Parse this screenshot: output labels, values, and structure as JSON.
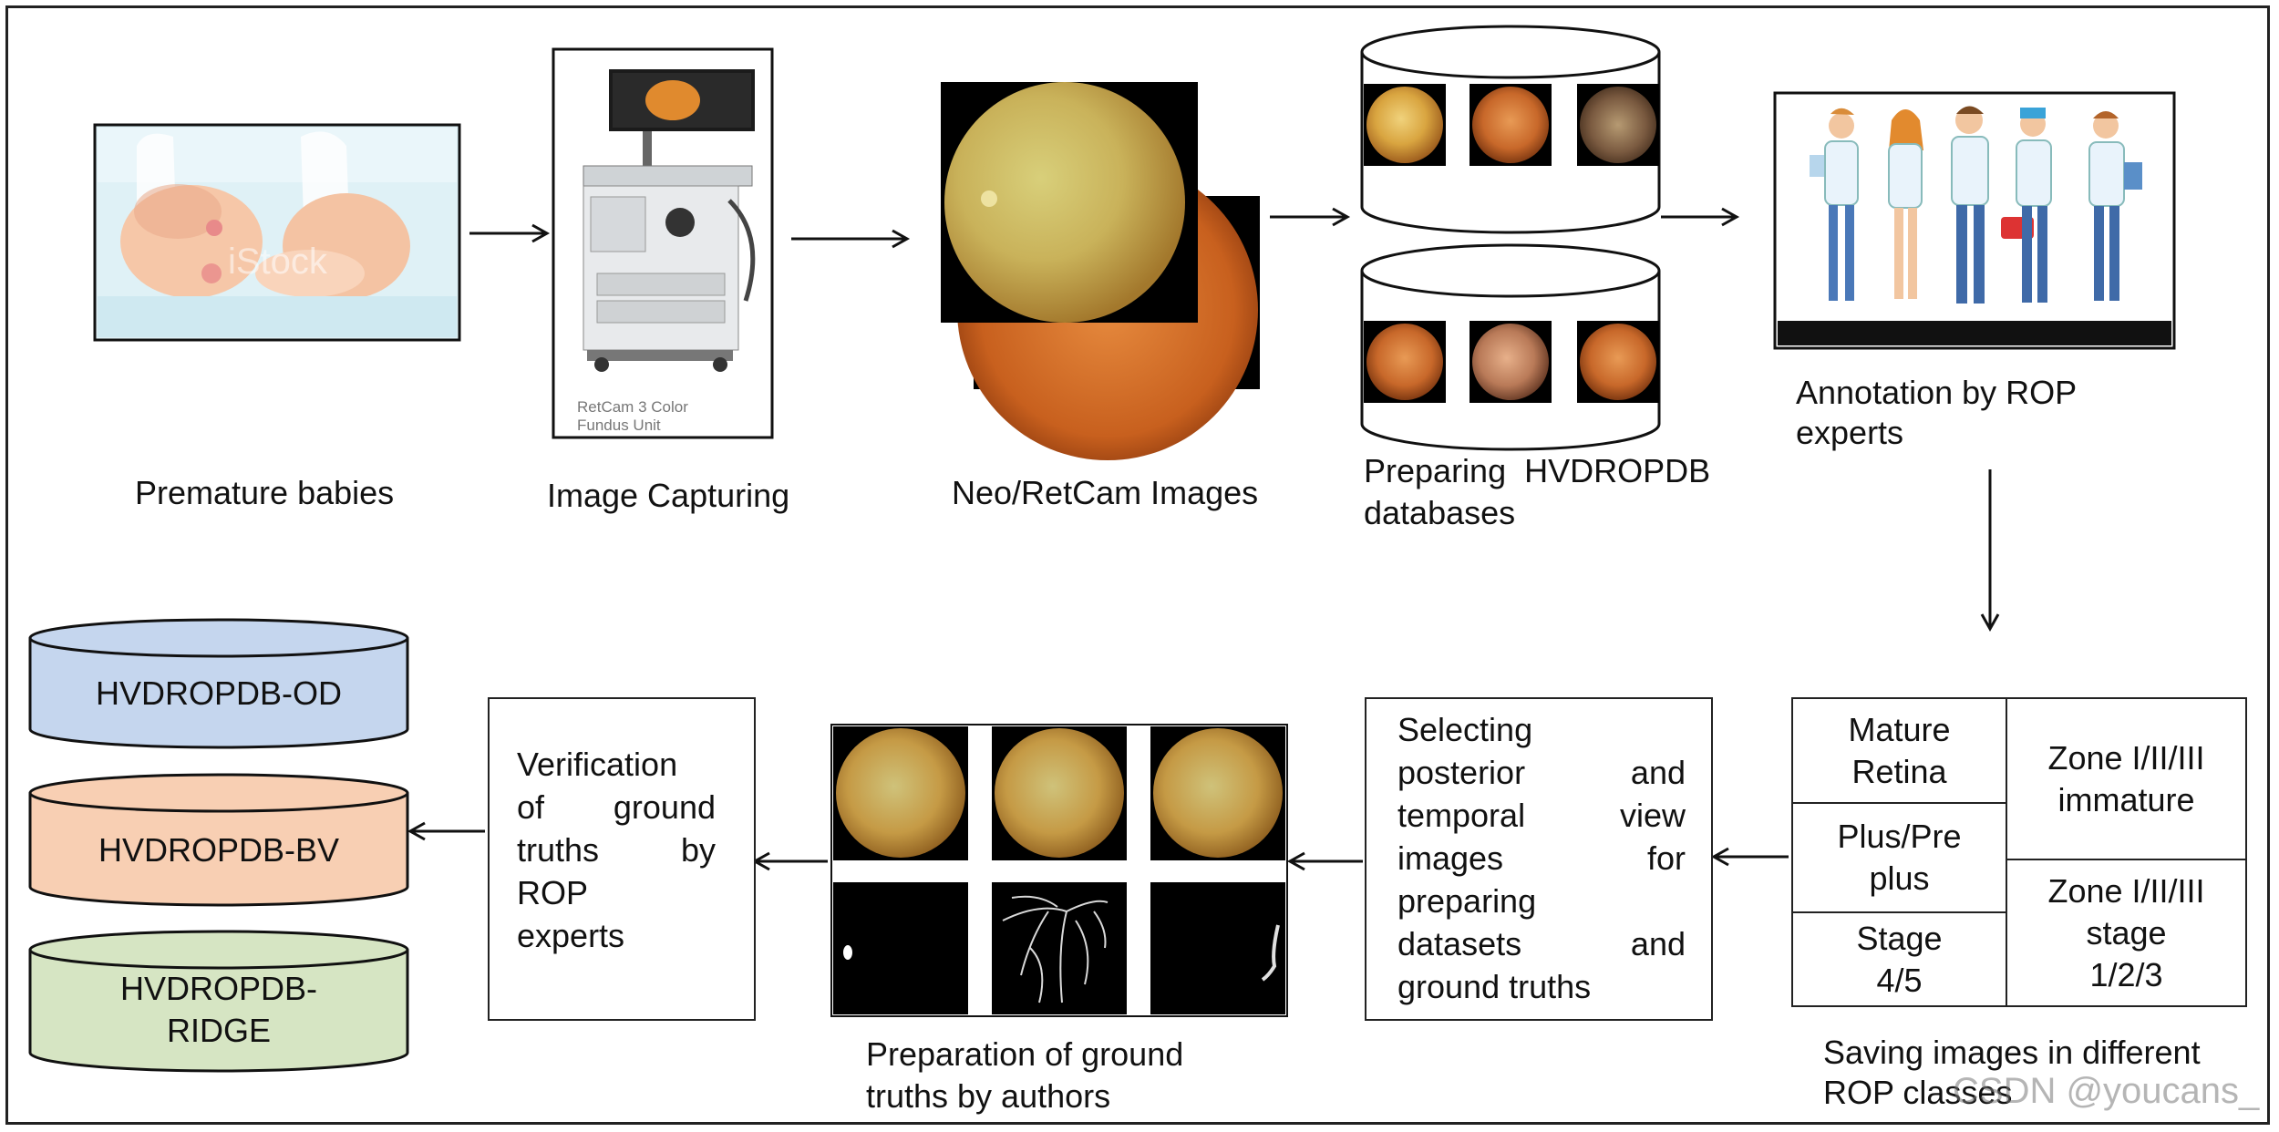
{
  "colors": {
    "border": "#222222",
    "arrow": "#111111",
    "od_fill": "#c5d6ee",
    "bv_fill": "#f8cfb3",
    "ridge_fill": "#d6e5c3",
    "fundus": "#e3b553",
    "panel_black": "#000000"
  },
  "stage_labels": {
    "babies": "Premature babies",
    "capture": "Image Capturing",
    "images": "Neo/RetCam Images",
    "prep_db_1": "Preparing  HVDROPDB",
    "prep_db_2": "databases",
    "annot_1": "Annotation by ROP",
    "annot_2": "experts"
  },
  "stock_text": {
    "istock": "iStock",
    "retcam_1": "RetCam 3 Color",
    "retcam_2": "Fundus Unit"
  },
  "classes_table": {
    "left": [
      {
        "l1": "Mature",
        "l2": "Retina"
      },
      {
        "l1": "Plus/Pre",
        "l2": "plus"
      },
      {
        "l1": "Stage",
        "l2": "4/5"
      }
    ],
    "right": [
      {
        "l1": "Zone I/II/III",
        "l2": "immature"
      },
      {
        "l1": "Zone I/II/III",
        "l2": "stage",
        "l3": "1/2/3"
      }
    ],
    "caption_1": "Saving images in different",
    "caption_2": "ROP classes"
  },
  "selecting_box": {
    "lines": [
      "Selecting",
      "posterior",
      "and",
      "temporal",
      "view",
      "images",
      "for",
      "preparing",
      "datasets",
      "and",
      "ground truths"
    ]
  },
  "ground_truth": {
    "caption_1": "Preparation of ground",
    "caption_2": "truths by authors"
  },
  "verification_box": {
    "lines": [
      "Verification",
      "of",
      "ground",
      "truths",
      "by",
      "ROP",
      "experts"
    ]
  },
  "datasets": [
    {
      "name": "HVDROPDB-OD"
    },
    {
      "name": "HVDROPDB-BV"
    },
    {
      "name_1": "HVDROPDB-",
      "name_2": "RIDGE"
    }
  ],
  "watermark": "CSDN @youcans_"
}
